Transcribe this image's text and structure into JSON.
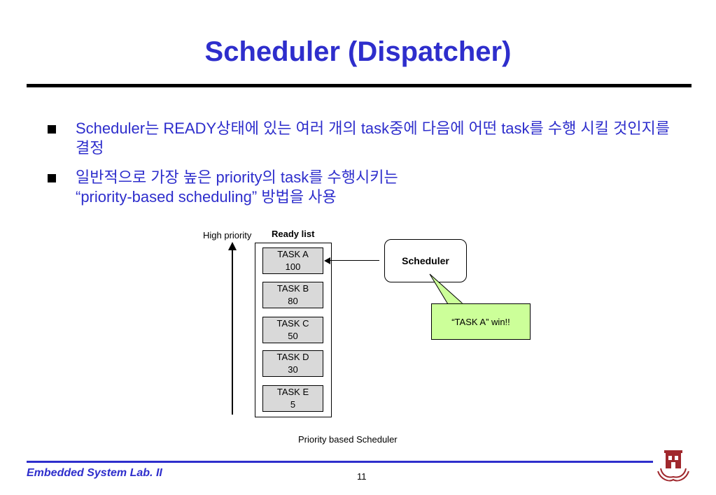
{
  "title": "Scheduler (Dispatcher)",
  "bullets": [
    {
      "text": "Scheduler는 READY상태에 있는 여러 개의 task중에 다음에 어떤 task를 수행 시킬 것인지를 결정"
    },
    {
      "line1": "일반적으로 가장 높은 priority의 task를 수행시키는",
      "line2": "“priority-based scheduling” 방법을 사용"
    }
  ],
  "diagram": {
    "high_priority_label": "High priority",
    "ready_list_label": "Ready list",
    "tasks": [
      {
        "name": "TASK A",
        "priority": "100"
      },
      {
        "name": "TASK B",
        "priority": "80"
      },
      {
        "name": "TASK C",
        "priority": "50"
      },
      {
        "name": "TASK D",
        "priority": "30"
      },
      {
        "name": "TASK E",
        "priority": "5"
      }
    ],
    "scheduler_label": "Scheduler",
    "callout_text": "“TASK A” win!!",
    "caption": "Priority based Scheduler"
  },
  "footer": {
    "lab": "Embedded System Lab. II",
    "page": "11"
  },
  "colors": {
    "accent": "#2e2ecc",
    "task_fill": "#d9d9d9",
    "callout_fill": "#ccff99",
    "logo": "#a0282d"
  },
  "icons": {
    "bullet": "square-bullet-icon",
    "logo": "university-emblem-icon"
  }
}
